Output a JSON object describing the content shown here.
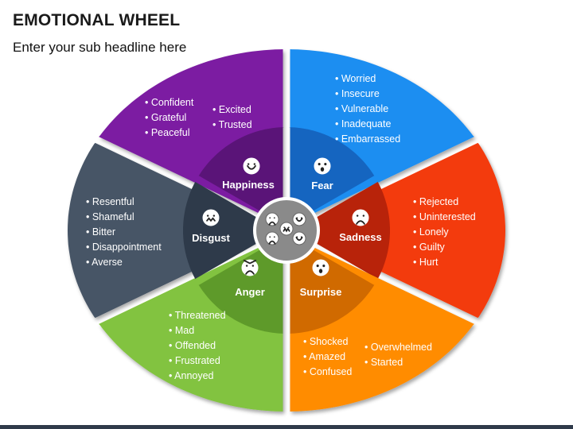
{
  "title": "EMOTIONAL WHEEL",
  "subtitle": "Enter your sub headline here",
  "segments": [
    {
      "key": "happiness",
      "label": "Happiness",
      "icon": "smile-face-icon",
      "color": "#7b1fa2",
      "inner": "#5a1478",
      "col1": [
        "Confident",
        "Grateful",
        "Peaceful"
      ],
      "col2": [
        "Excited",
        "Trusted"
      ]
    },
    {
      "key": "fear",
      "label": "Fear",
      "icon": "fear-face-icon",
      "color": "#1f8ef1",
      "inner": "#1565c0",
      "col1": [
        "Worried",
        "Insecure",
        "Vulnerable",
        "Inadequate",
        "Embarrassed"
      ],
      "col2": []
    },
    {
      "key": "sadness",
      "label": "Sadness",
      "icon": "sad-face-icon",
      "color": "#f33a10",
      "inner": "#b8230a",
      "col1": [
        "Rejected",
        "Uninterested",
        "Lonely",
        "Guilty",
        "Hurt"
      ],
      "col2": []
    },
    {
      "key": "surprise",
      "label": "Surprise",
      "icon": "surprise-face-icon",
      "color": "#ff8c00",
      "inner": "#d06a00",
      "col1": [
        "Shocked",
        "Amazed",
        "Confused"
      ],
      "col2": [
        "Overwhelmed",
        "Started"
      ]
    },
    {
      "key": "anger",
      "label": "Anger",
      "icon": "angry-face-icon",
      "color": "#82c341",
      "inner": "#5e9a2a",
      "col1": [
        "Threatened",
        "Mad",
        "Offended",
        "Frustrated",
        "Annoyed"
      ],
      "col2": []
    },
    {
      "key": "disgust",
      "label": "Disgust",
      "icon": "disgust-face-icon",
      "color": "#465466",
      "inner": "#2e3a4a",
      "col1": [
        "Resentful",
        "Shameful",
        "Bitter",
        "Disappointment",
        "Averse"
      ],
      "col2": []
    }
  ],
  "center": {
    "icon": "emotions-faces-icon",
    "color": "#8a8a8a"
  }
}
